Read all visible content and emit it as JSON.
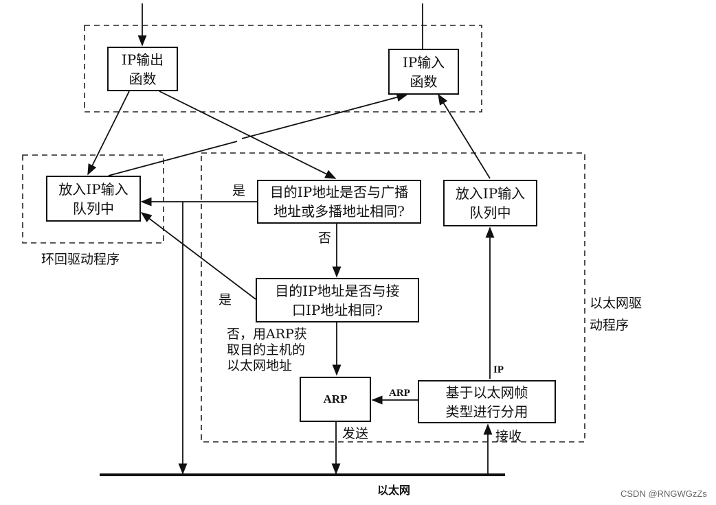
{
  "boxes": {
    "ip_output": "IP输出\n函数",
    "ip_input": "IP输入\n函数",
    "loop_queue": "放入IP输入\n队列中",
    "eth_queue": "放入IP输入\n队列中",
    "check_broadcast": "目的IP地址是否与广播\n地址或多播地址相同?",
    "check_iface": "目的IP地址是否与接\n口IP地址相同?",
    "arp": "ARP",
    "demux": "基于以太网帧\n类型进行分用"
  },
  "labels": {
    "yes_1": "是",
    "yes_2": "是",
    "no_1": "否",
    "no_arp": "否，用ARP获\n取目的主机的\n以太网地址",
    "arp_edge": "ARP",
    "ip_edge": "IP",
    "send": "发送",
    "receive": "接收",
    "loopback_driver": "环回驱动程序",
    "ethernet_driver": "以太网驱\n动程序",
    "ethernet_bus": "以太网"
  },
  "watermark": "CSDN @RNGWGzZs"
}
